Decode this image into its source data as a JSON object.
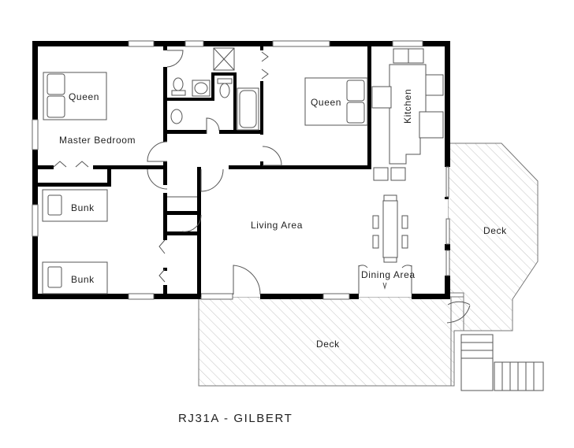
{
  "plan": {
    "title": "RJ31A - GILBERT",
    "rooms": {
      "master_bed_label": "Queen",
      "master_bedroom": "Master Bedroom",
      "second_bed_label": "Queen",
      "kitchen": "Kitchen",
      "bunk_top": "Bunk",
      "bunk_bottom": "Bunk",
      "living_area": "Living Area",
      "dining_area": "Dining Area",
      "deck_right": "Deck",
      "deck_bottom": "Deck"
    },
    "colors": {
      "wall": "#000000",
      "line": "#555555",
      "hatch": "#bbbbbb",
      "background": "#ffffff"
    }
  }
}
